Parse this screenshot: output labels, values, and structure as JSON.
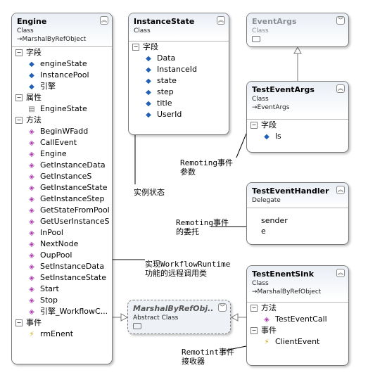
{
  "classes": {
    "engine": {
      "name": "Engine",
      "stereotype": "Class",
      "base": "MarshalByRefObject",
      "sections": [
        {
          "title": "字段",
          "members": [
            "engineState",
            "InstancePool",
            "引擎"
          ]
        },
        {
          "title": "属性",
          "members": [
            "EngineState"
          ]
        },
        {
          "title": "方法",
          "members": [
            "BeginWFadd",
            "CallEvent",
            "Engine",
            "GetInstanceData",
            "GetInstanceS",
            "GetInstanceState",
            "GetInstanceStep",
            "GetStateFromPool",
            "GetUserInstanceS",
            "InPool",
            "NextNode",
            "OupPool",
            "SetInstanceData",
            "SetInstanceState",
            "Start",
            "Stop",
            "引擎_WorkflowC..."
          ]
        },
        {
          "title": "事件",
          "members": [
            "rmEnent"
          ]
        }
      ]
    },
    "instance_state": {
      "name": "InstanceState",
      "stereotype": "Class",
      "sections": [
        {
          "title": "字段",
          "members": [
            "Data",
            "InstanceId",
            "state",
            "step",
            "title",
            "UserId"
          ]
        }
      ]
    },
    "event_args": {
      "name": "EventArgs",
      "stereotype": "Class"
    },
    "test_event_args": {
      "name": "TestEventArgs",
      "stereotype": "Class",
      "base": "EventArgs",
      "sections": [
        {
          "title": "字段",
          "members": [
            "ls"
          ]
        }
      ]
    },
    "test_event_handler": {
      "name": "TestEventHandler",
      "stereotype": "Delegate",
      "params": [
        "sender",
        "e"
      ]
    },
    "test_enent_sink": {
      "name": "TestEnentSink",
      "stereotype": "Class",
      "base": "MarshalByRefObject",
      "sections": [
        {
          "title": "方法",
          "members": [
            "TestEventCall"
          ]
        },
        {
          "title": "事件",
          "members": [
            "ClientEvent"
          ]
        }
      ]
    },
    "marshal_by_ref": {
      "name": "MarshalByRefObj...",
      "stereotype": "Abstract Class"
    }
  },
  "notes": {
    "remoting_args": [
      "Remoting事件",
      "参数"
    ],
    "instance_state_note": "实例状态",
    "remoting_delegate": [
      "Remoting事件",
      "的委托"
    ],
    "engine_note": [
      "实现WorkflowRuntime",
      "功能的远程调用类"
    ],
    "sink_note": [
      "Remotint事件",
      "接收器"
    ]
  },
  "icons": {
    "toggle_up": "collapse-chevron-icon",
    "toggle_down": "expand-chevron-icon",
    "field": "field-icon",
    "method": "method-icon",
    "property": "property-icon",
    "event": "event-icon",
    "inherits": "inherits-arrow-icon"
  },
  "colors": {
    "header_gradient": "#e9eef5",
    "border": "#7a7a7a",
    "field_icon": "#1f5fbf",
    "method_icon": "#b039b0",
    "event_icon": "#d8a300"
  }
}
